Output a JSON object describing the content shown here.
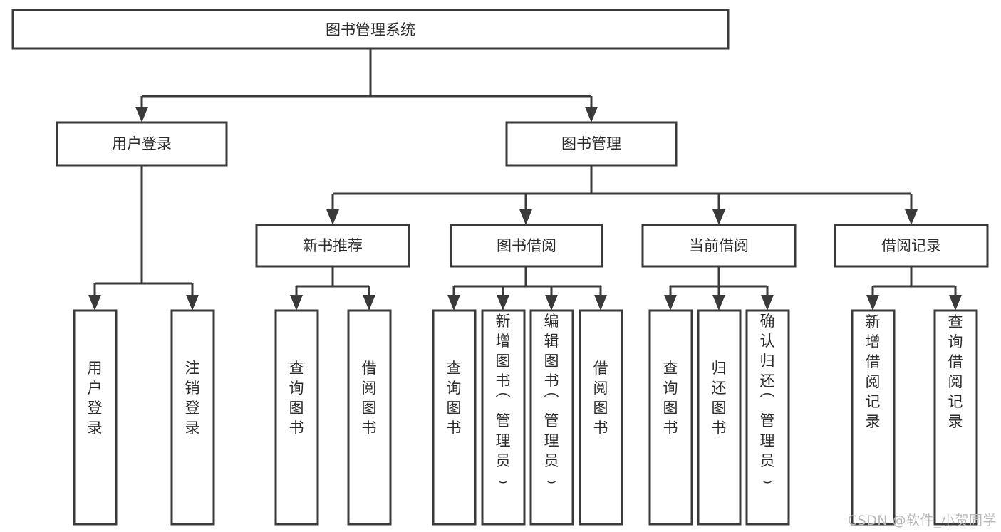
{
  "diagram": {
    "type": "tree-hierarchy-chart",
    "title": "图书管理系统",
    "orientation": "top-down",
    "colors": {
      "box_fill": "#ffffff",
      "box_stroke": "#3a3a3a",
      "text": "#2b2b2b",
      "watermark": "#b9b9b9",
      "background": "#ffffff"
    },
    "levels": [
      {
        "level": 1,
        "nodes": [
          {
            "id": "root",
            "label": "图书管理系统",
            "orientation": "horizontal"
          }
        ]
      },
      {
        "level": 2,
        "nodes": [
          {
            "id": "login",
            "label": "用户登录",
            "orientation": "horizontal",
            "parent": "root"
          },
          {
            "id": "bookmgmt",
            "label": "图书管理",
            "orientation": "horizontal",
            "parent": "root"
          }
        ]
      },
      {
        "level": 3,
        "nodes": [
          {
            "id": "newbook",
            "label": "新书推荐",
            "orientation": "horizontal",
            "parent": "bookmgmt"
          },
          {
            "id": "borrow",
            "label": "图书借阅",
            "orientation": "horizontal",
            "parent": "bookmgmt"
          },
          {
            "id": "current",
            "label": "当前借阅",
            "orientation": "horizontal",
            "parent": "bookmgmt"
          },
          {
            "id": "records",
            "label": "借阅记录",
            "orientation": "horizontal",
            "parent": "bookmgmt"
          }
        ]
      },
      {
        "level": 4,
        "nodes": [
          {
            "id": "leaf1",
            "label": "用户登录",
            "orientation": "vertical",
            "parent": "login"
          },
          {
            "id": "leaf2",
            "label": "注销登录",
            "orientation": "vertical",
            "parent": "login"
          },
          {
            "id": "leaf3",
            "label": "查询图书",
            "orientation": "vertical",
            "parent": "newbook"
          },
          {
            "id": "leaf4",
            "label": "借阅图书",
            "orientation": "vertical",
            "parent": "newbook"
          },
          {
            "id": "leaf5",
            "label": "查询图书",
            "orientation": "vertical",
            "parent": "borrow"
          },
          {
            "id": "leaf6",
            "label": "新增图书（管理员）",
            "orientation": "vertical",
            "parent": "borrow"
          },
          {
            "id": "leaf7",
            "label": "编辑图书（管理员）",
            "orientation": "vertical",
            "parent": "borrow"
          },
          {
            "id": "leaf8",
            "label": "借阅图书",
            "orientation": "vertical",
            "parent": "borrow"
          },
          {
            "id": "leaf9",
            "label": "查询图书",
            "orientation": "vertical",
            "parent": "current"
          },
          {
            "id": "leaf10",
            "label": "归还图书",
            "orientation": "vertical",
            "parent": "current"
          },
          {
            "id": "leaf11",
            "label": "确认归还（管理员）",
            "orientation": "vertical",
            "parent": "current"
          },
          {
            "id": "leaf12",
            "label": "新增借阅记录",
            "orientation": "vertical",
            "parent": "records"
          },
          {
            "id": "leaf13",
            "label": "查询借阅记录",
            "orientation": "vertical",
            "parent": "records"
          }
        ]
      }
    ]
  },
  "watermark": {
    "text": "CSDN @软件_小贺同学"
  }
}
